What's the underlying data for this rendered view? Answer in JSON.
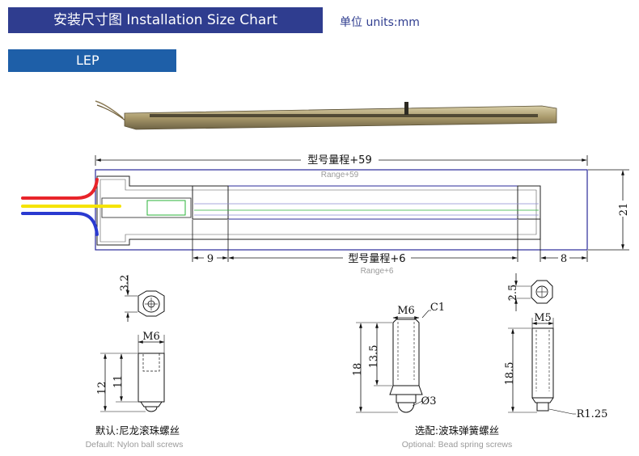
{
  "header": {
    "title": "安装尺寸图 Installation Size Chart",
    "units": "单位 units:mm",
    "model": "LEP"
  },
  "dimensions": {
    "overall_cn": "型号量程+59",
    "overall_en": "Range+59",
    "stroke_cn": "型号量程+6",
    "stroke_en": "Range+6",
    "left_offset": "9",
    "right_offset": "8",
    "height": "21"
  },
  "screw_default": {
    "dim_a": "3.2",
    "thread": "M6",
    "dim_b": "12",
    "dim_c": "11",
    "caption_cn": "默认:尼龙滚珠螺丝",
    "caption_en": "Default: Nylon ball screws"
  },
  "screw_bead_m6": {
    "thread": "M6",
    "chamfer": "C1",
    "dim_a": "18",
    "dim_b": "13.5",
    "dia": "Ø3"
  },
  "screw_bead_m5": {
    "dim_a": "2.5",
    "thread": "M5",
    "dim_b": "18.5",
    "radius": "R1.25"
  },
  "optional_caption": {
    "cn": "选配:波珠弹簧螺丝",
    "en": "Optional: Bead spring screws"
  },
  "colors": {
    "header_bg": "#2f3d8f",
    "subheader_bg": "#1e5fa8",
    "wire_red": "#e8242a",
    "wire_yellow": "#f5e400",
    "wire_blue": "#2a3ad0"
  }
}
